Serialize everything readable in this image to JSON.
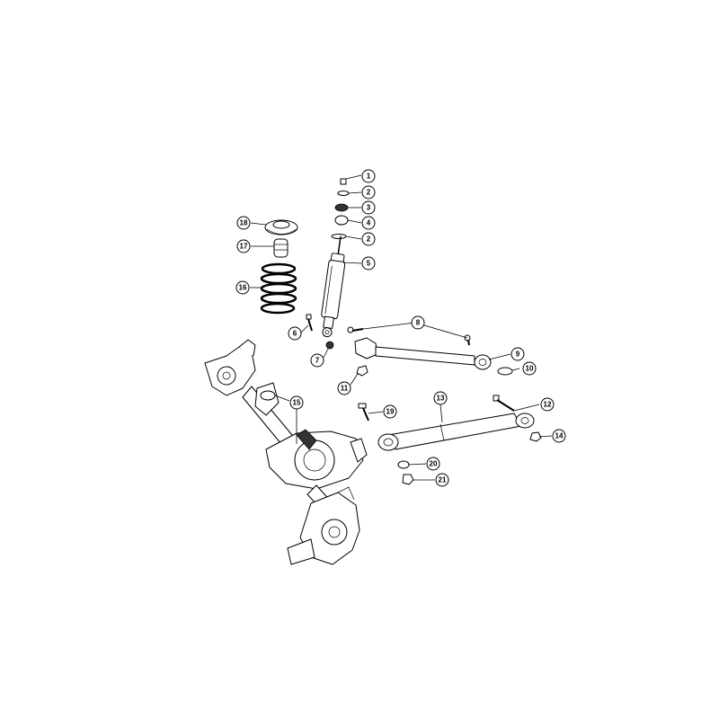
{
  "callouts": [
    {
      "id": "1",
      "label": "1"
    },
    {
      "id": "2a",
      "label": "2"
    },
    {
      "id": "3",
      "label": "3"
    },
    {
      "id": "4",
      "label": "4"
    },
    {
      "id": "2b",
      "label": "2"
    },
    {
      "id": "5",
      "label": "5"
    },
    {
      "id": "6",
      "label": "6"
    },
    {
      "id": "7",
      "label": "7"
    },
    {
      "id": "8",
      "label": "8"
    },
    {
      "id": "9",
      "label": "9"
    },
    {
      "id": "10",
      "label": "10"
    },
    {
      "id": "11",
      "label": "11"
    },
    {
      "id": "12",
      "label": "12"
    },
    {
      "id": "13",
      "label": "13"
    },
    {
      "id": "14",
      "label": "14"
    },
    {
      "id": "15",
      "label": "15"
    },
    {
      "id": "16",
      "label": "16"
    },
    {
      "id": "17",
      "label": "17"
    },
    {
      "id": "18",
      "label": "18"
    },
    {
      "id": "19",
      "label": "19"
    },
    {
      "id": "20",
      "label": "20"
    },
    {
      "id": "21",
      "label": "21"
    }
  ]
}
